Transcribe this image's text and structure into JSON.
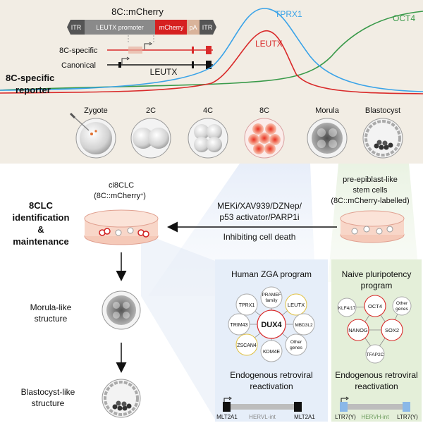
{
  "top": {
    "section_label": [
      "8C-specific",
      "reporter"
    ],
    "construct": {
      "title": "8C::mCherry",
      "itr_left": "ITR",
      "promoter": "LEUTX promoter",
      "mcherry": "mCherry",
      "pa": "pA",
      "itr_right": "ITR"
    },
    "isoforms": {
      "specific_label": "8C-specific",
      "canonical_label": "Canonical",
      "gene_label": "LEUTX"
    },
    "curves": {
      "tprx1_label": "TPRX1",
      "leutx_label": "LEUTX",
      "oct4_label": "OCT4"
    },
    "stages": [
      "Zygote",
      "2C",
      "4C",
      "8C",
      "Morula",
      "Blastocyst"
    ]
  },
  "bottom": {
    "section_label": [
      "8CLC",
      "identification",
      "&",
      "maintenance"
    ],
    "ci8clc": [
      "ci8CLC",
      "(8C::mCherry",
      "+",
      ")"
    ],
    "pre_epi": [
      "pre-epiblast-like",
      "stem cells",
      "(8C::mCherry-labelled)"
    ],
    "treatment": [
      "MEKi/XAV939/DZNep/",
      "p53 activator/PARP1i"
    ],
    "inhibiting": "Inhibiting cell death",
    "morula_like": [
      "Morula-like",
      "structure"
    ],
    "blastocyst_like": [
      "Blastocyst-like",
      "structure"
    ],
    "zga": {
      "title": "Human ZGA program",
      "center": "DUX4",
      "nodes": [
        "PRAMEF family",
        "LEUTX",
        "MBD3L2",
        "Other genes",
        "KDM4E",
        "ZSCAN4",
        "TRIM43",
        "TPRX1"
      ],
      "erv_title": [
        "Endogenous retroviral",
        "reactivation"
      ],
      "erv_left": "MLT2A1",
      "erv_mid": "HERVL-int",
      "erv_right": "MLT2A1"
    },
    "naive": {
      "title": [
        "Naive pluripotency",
        "program"
      ],
      "nodes": [
        "OCT4",
        "SOX2",
        "NANOG"
      ],
      "outer": [
        "KLF4/17",
        "Other genes",
        "TFAP2C"
      ],
      "erv_title": [
        "Endogenous retroviral",
        "reactivation"
      ],
      "erv_left": "LTR7(Y)",
      "erv_mid": "HERVH-int",
      "erv_right": "LTR7(Y)"
    }
  },
  "colors": {
    "top_bg": "#f2ede4",
    "tprx1": "#3aa3e8",
    "leutx": "#d92a2a",
    "oct4": "#3a9a4a",
    "mcherry": "#d62020",
    "zga_panel": "#e6eef9",
    "naive_panel": "#e4efd9"
  }
}
